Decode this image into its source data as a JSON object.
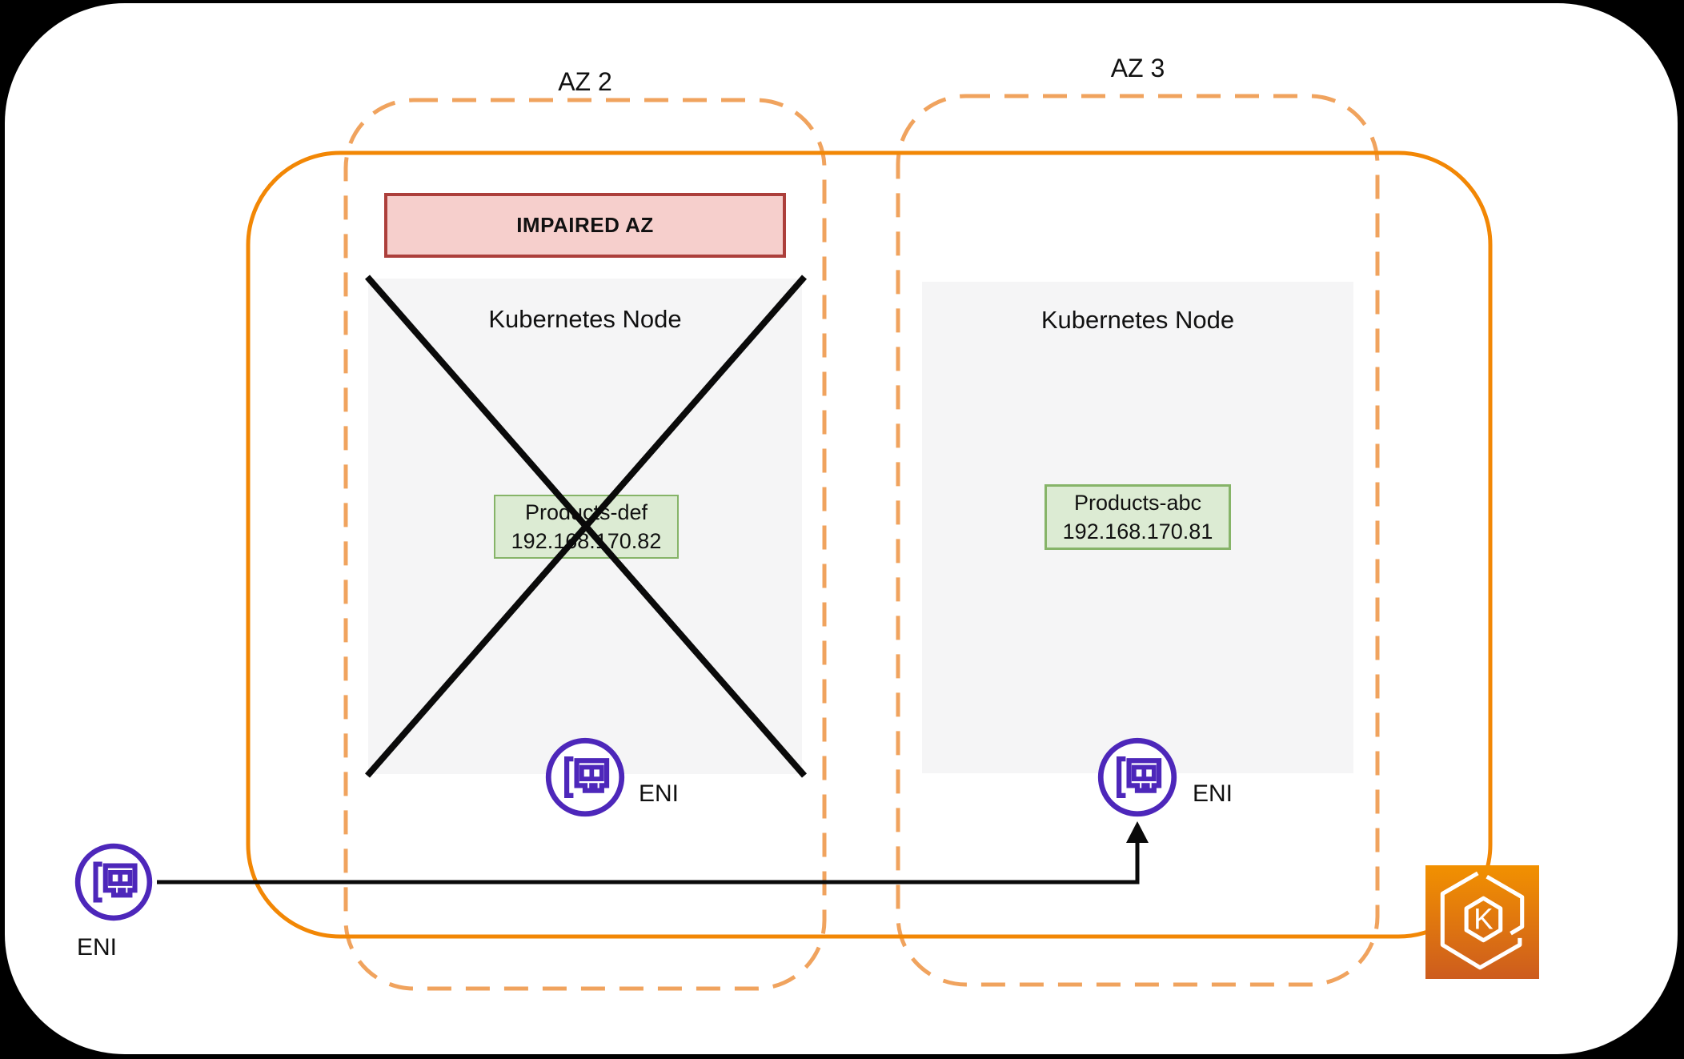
{
  "zones": [
    {
      "label": "AZ 2"
    },
    {
      "label": "AZ 3"
    }
  ],
  "impaired_banner": {
    "label": "IMPAIRED AZ"
  },
  "nodes": [
    {
      "title": "Kubernetes Node",
      "status": "impaired-crossed-out",
      "pod": {
        "name": "Products-def",
        "ip": "192.168.170.82"
      },
      "eni_label": "ENI"
    },
    {
      "title": "Kubernetes Node",
      "status": "healthy",
      "pod": {
        "name": "Products-abc",
        "ip": "192.168.170.81"
      },
      "eni_label": "ENI"
    }
  ],
  "external_eni": {
    "label": "ENI"
  },
  "eks_icon": {
    "letter": "K"
  },
  "colors": {
    "az_boundary_dashed": "#F0A35E",
    "eks_cluster_boundary": "#F28705",
    "impaired_fill": "#F6CFCC",
    "impaired_border": "#AC3F3B",
    "pod_fill": "#DCEBD3",
    "pod_border": "#86B468",
    "eni_purple": "#4D27BA",
    "node_fill": "#F5F5F6",
    "failure_x": "#0A0A0A",
    "arrow": "#0A0A0A",
    "eks_gradient_top": "#F29100",
    "eks_gradient_bottom": "#CD5C1E"
  }
}
